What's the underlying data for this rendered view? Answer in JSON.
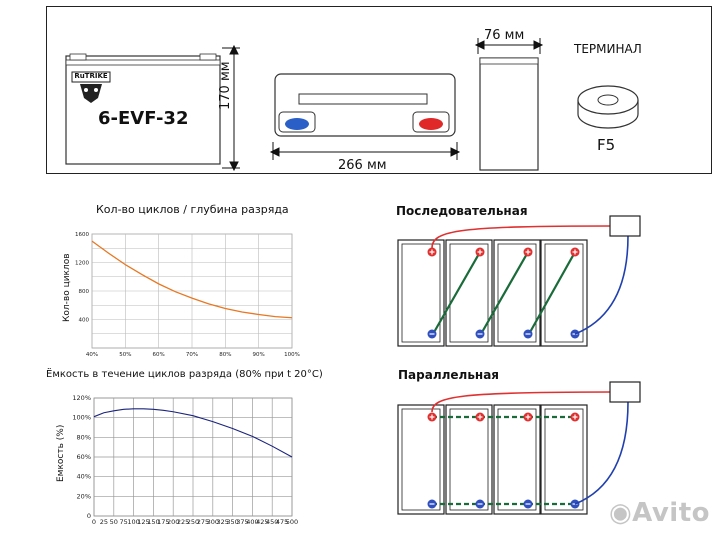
{
  "top": {
    "brand": "RuTRIKE",
    "model": "6-EVF-32",
    "height_dim": "170 мм",
    "length_dim": "266 мм",
    "width_dim": "76 мм",
    "terminal_label": "ТЕРМИНАЛ",
    "terminal_type": "F5"
  },
  "wiring": {
    "series_title": "Последовательная",
    "parallel_title": "Параллельная",
    "positive_color": "#e03030",
    "negative_color": "#3050c0",
    "link_color": "#1a6b3a",
    "red_wire": "#e03030",
    "blue_wire": "#2040b0"
  },
  "chart_data": [
    {
      "type": "line",
      "title": "Кол-во циклов / глубина разряда",
      "xlabel": "",
      "ylabel": "Кол-во циклов",
      "x_ticks": [
        "40%",
        "50%",
        "60%",
        "70%",
        "80%",
        "90%",
        "100%"
      ],
      "y_ticks": [
        "1600",
        "1200",
        "800",
        "400"
      ],
      "ylim": [
        0,
        1600
      ],
      "series": [
        {
          "color": "#e87722",
          "x": [
            40,
            45,
            50,
            55,
            60,
            65,
            70,
            75,
            80,
            85,
            90,
            95,
            100
          ],
          "y": [
            1500,
            1330,
            1170,
            1030,
            900,
            790,
            700,
            620,
            555,
            505,
            470,
            440,
            425
          ]
        }
      ]
    },
    {
      "type": "line",
      "title": "Ёмкость в течение циклов разряда (80% при t 20°C)",
      "xlabel": "",
      "ylabel": "Емкость (%)",
      "x_ticks": [
        "0",
        "25",
        "50",
        "75",
        "100",
        "125",
        "150",
        "175",
        "200",
        "225",
        "250",
        "275",
        "300",
        "325",
        "350",
        "375",
        "400",
        "425",
        "450",
        "475",
        "500"
      ],
      "y_ticks": [
        "120%",
        "100%",
        "80%",
        "60%",
        "40%",
        "20%",
        "0"
      ],
      "ylim": [
        0,
        120
      ],
      "series": [
        {
          "color": "#1a237e",
          "x": [
            0,
            25,
            50,
            75,
            100,
            125,
            150,
            175,
            200,
            250,
            300,
            350,
            400,
            450,
            500
          ],
          "y": [
            101,
            105,
            107,
            108.5,
            109,
            109,
            108.5,
            107.5,
            106,
            102,
            96,
            89,
            81,
            71,
            60
          ]
        }
      ]
    }
  ]
}
